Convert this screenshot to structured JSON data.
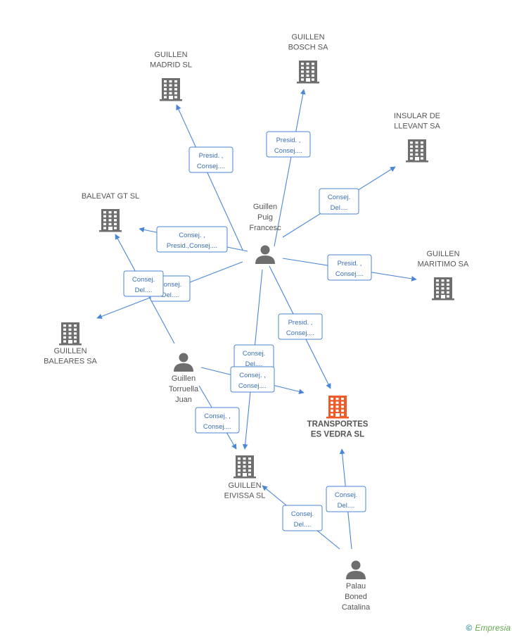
{
  "colors": {
    "edge": "#4a86d6",
    "company": "#6e6e6e",
    "highlight": "#f05a28",
    "person": "#6e6e6e"
  },
  "nodes": [
    {
      "id": "guillen-bosch",
      "type": "company",
      "label": [
        "GUILLEN",
        "BOSCH SA"
      ]
    },
    {
      "id": "guillen-madrid",
      "type": "company",
      "label": [
        "GUILLEN",
        "MADRID  SL"
      ]
    },
    {
      "id": "insular-llevant",
      "type": "company",
      "label": [
        "INSULAR DE",
        "LLEVANT SA"
      ]
    },
    {
      "id": "balevat",
      "type": "company",
      "label": [
        "BALEVAT GT SL"
      ]
    },
    {
      "id": "guillen-maritimo",
      "type": "company",
      "label": [
        "GUILLEN",
        "MARITIMO SA"
      ]
    },
    {
      "id": "guillen-baleares",
      "type": "company",
      "label": [
        "GUILLEN",
        "BALEARES SA"
      ]
    },
    {
      "id": "transportes",
      "type": "company-main",
      "label": [
        "TRANSPORTES",
        "ES VEDRA SL"
      ]
    },
    {
      "id": "guillen-eivissa",
      "type": "company",
      "label": [
        "GUILLEN",
        "EIVISSA SL"
      ]
    },
    {
      "id": "puig-francesc",
      "type": "person",
      "label": [
        "Guillen",
        "Puig",
        "Francesc"
      ]
    },
    {
      "id": "torruella-juan",
      "type": "person",
      "label": [
        "Guillen",
        "Torruella",
        "Juan"
      ]
    },
    {
      "id": "palau-catalina",
      "type": "person",
      "label": [
        "Palau",
        "Boned",
        "Catalina"
      ]
    }
  ],
  "relations": [
    {
      "id": "r1",
      "lines": [
        "Presid. ,",
        "Consej...."
      ]
    },
    {
      "id": "r2",
      "lines": [
        "Presid. ,",
        "Consej...."
      ]
    },
    {
      "id": "r3",
      "lines": [
        "Consej.",
        "Del...."
      ]
    },
    {
      "id": "r4",
      "lines": [
        "Consej. ,",
        "Presid.,Consej...."
      ]
    },
    {
      "id": "r5",
      "lines": [
        "Presid. ,",
        "Consej...."
      ]
    },
    {
      "id": "r6",
      "lines": [
        "Consej.",
        "Del...."
      ]
    },
    {
      "id": "r7",
      "lines": [
        "Consej.",
        "Del...."
      ]
    },
    {
      "id": "r8",
      "lines": [
        "Presid. ,",
        "Consej...."
      ]
    },
    {
      "id": "r9",
      "lines": [
        "Consej.",
        "Del...."
      ]
    },
    {
      "id": "r10",
      "lines": [
        "Consej. ,",
        "Consej...."
      ]
    },
    {
      "id": "r11",
      "lines": [
        "Consej. ,",
        "Consej...."
      ]
    },
    {
      "id": "r12",
      "lines": [
        "Consej.",
        "Del...."
      ]
    },
    {
      "id": "r13",
      "lines": [
        "Consej.",
        "Del...."
      ]
    }
  ],
  "footer": {
    "copyright": "©",
    "brand": "Empresia"
  }
}
